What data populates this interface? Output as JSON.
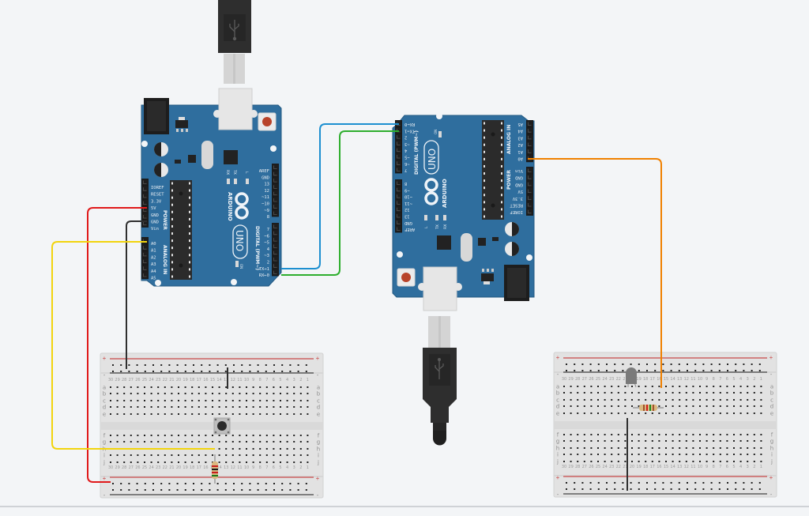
{
  "app": {
    "name": "Circuit simulator canvas",
    "background_color": "#f3f5f7"
  },
  "colors": {
    "board_blue": "#2f6e9e",
    "board_edge": "#245a83",
    "header_black": "#2a2a2a",
    "chip_black": "#2b2b2b",
    "breadboard": "#e4e4e4",
    "breadboard_rail_red": "#c94a4a",
    "breadboard_rail_dark": "#444444",
    "reset_button": "#b8432a",
    "usb_plug": "#2e2e2e",
    "wire_red": "#e0191a",
    "wire_black": "#2f2f2f",
    "wire_yellow": "#f2d40e",
    "wire_blue": "#1d8fd0",
    "wire_green": "#2eae2e",
    "wire_orange": "#f08000"
  },
  "arduino_left": {
    "brand": "ARDUINO",
    "model": "UNO",
    "on_label": "ON",
    "led_labels": [
      "RX",
      "TX",
      "L"
    ],
    "power_header_title": "POWER",
    "power_pins": [
      "IOREF",
      "RESET",
      "3.3V",
      "5V",
      "GND",
      "GND",
      "Vin"
    ],
    "analog_header_title": "ANALOG IN",
    "analog_pins": [
      "A0",
      "A1",
      "A2",
      "A3",
      "A4",
      "A5"
    ],
    "digital_header_title": "DIGITAL (PWM~)",
    "digital_pins_top": [
      "AREF",
      "GND",
      "13",
      "12",
      "~11",
      "~10",
      "~9",
      "8"
    ],
    "digital_pins_bottom": [
      "7",
      "~6",
      "~5",
      "4",
      "~3",
      "2",
      "TX→1",
      "RX←0"
    ]
  },
  "arduino_right": {
    "brand": "ARDUINO",
    "model": "UNO",
    "on_label": "ON",
    "led_labels": [
      "L",
      "TX",
      "RX"
    ],
    "power_header_title": "POWER",
    "power_pins": [
      "Vin",
      "GND",
      "GND",
      "5V",
      "3.3V",
      "RESET",
      "IOREF"
    ],
    "analog_header_title": "ANALOG IN",
    "analog_pins": [
      "A5",
      "A4",
      "A3",
      "A2",
      "A1",
      "A0"
    ],
    "digital_header_title": "DIGITAL (PWM~)",
    "digital_pins_top": [
      "RX←0",
      "TX→1",
      "2",
      "~3",
      "4",
      "~5",
      "~6",
      "7"
    ],
    "digital_pins_bottom": [
      "8",
      "~9",
      "~10",
      "~11",
      "12",
      "13",
      "GND",
      "AREF"
    ]
  },
  "breadboards": {
    "row_letters_top": [
      "a",
      "b",
      "c",
      "d",
      "e"
    ],
    "row_letters_bottom": [
      "f",
      "g",
      "h",
      "i",
      "j"
    ],
    "columns": 30,
    "rail_plus": "+",
    "rail_minus": "-"
  },
  "components": {
    "left_breadboard": [
      "pushbutton",
      "resistor"
    ],
    "right_breadboard": [
      "led",
      "resistor"
    ]
  },
  "wires": [
    {
      "name": "5v-to-plus-rail",
      "color": "red",
      "from": "left arduino 5V",
      "to": "left breadboard + rail"
    },
    {
      "name": "gnd-to-minus-rail",
      "color": "black",
      "from": "left arduino GND",
      "to": "left breadboard - rail"
    },
    {
      "name": "a0-to-button",
      "color": "yellow",
      "from": "left arduino A0",
      "to": "left breadboard button row"
    },
    {
      "name": "tx-to-rx",
      "color": "blue",
      "from": "left arduino TX→1",
      "to": "right arduino RX←0"
    },
    {
      "name": "rx-to-tx",
      "color": "green",
      "from": "left arduino RX←0",
      "to": "right arduino TX→1"
    },
    {
      "name": "a0-to-led",
      "color": "orange",
      "from": "right arduino A0",
      "to": "right breadboard LED row"
    }
  ]
}
